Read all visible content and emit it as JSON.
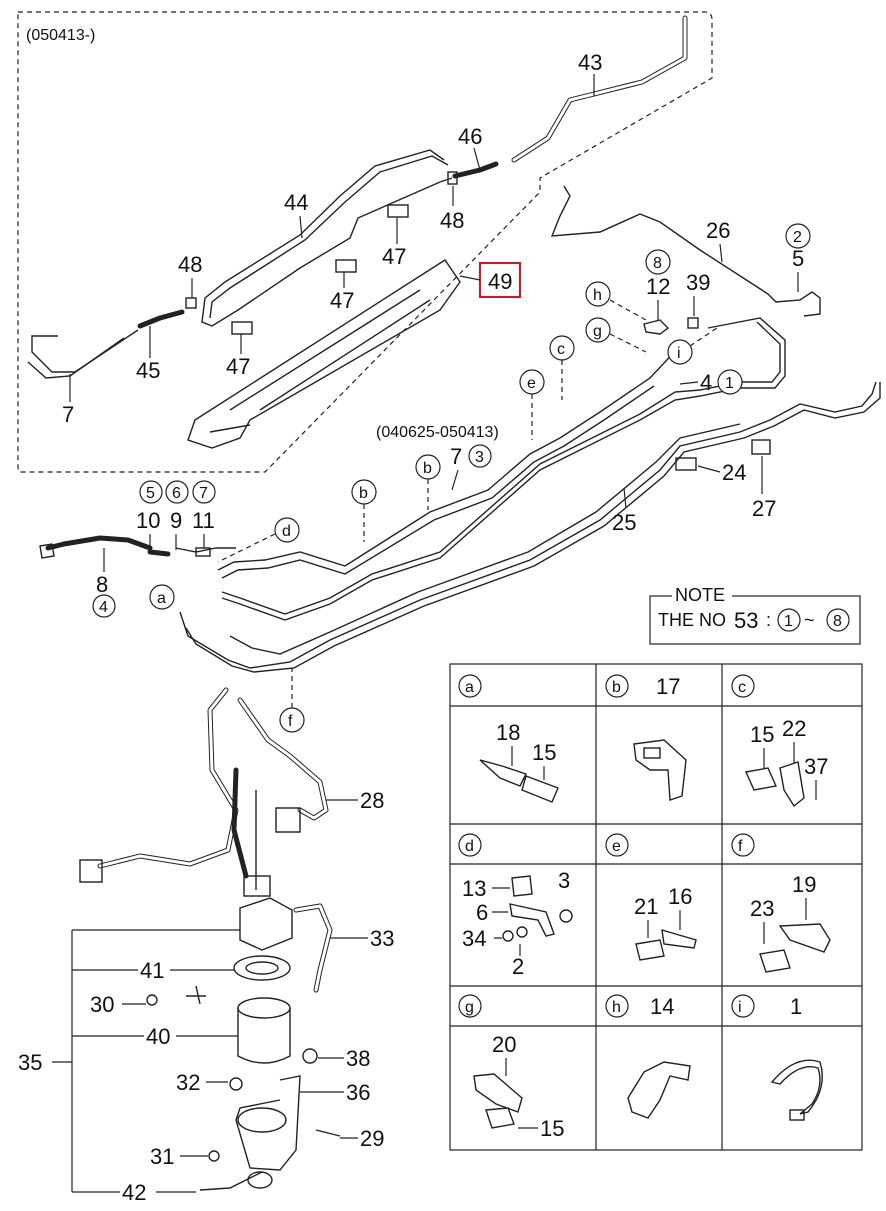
{
  "variant_labels": {
    "upper": "(050413-)",
    "middle": "(040625-050413)"
  },
  "parts_upper": {
    "p43": "43",
    "p46": "46",
    "p44": "44",
    "p48a": "48",
    "p48b": "48",
    "p47a": "47",
    "p47b": "47",
    "p47c": "47",
    "p45": "45",
    "p7": "7",
    "p49": "49"
  },
  "parts_main": {
    "p26": "26",
    "p2c": "2",
    "p5": "5",
    "p8c": "8",
    "p12": "12",
    "p39": "39",
    "p4": "4",
    "p1c": "1",
    "p7": "7",
    "p3c": "3",
    "p24": "24",
    "p27": "27",
    "p25": "25",
    "p5c": "5",
    "p6c": "6",
    "p7c": "7",
    "p10": "10",
    "p9": "9",
    "p11": "11",
    "p8": "8",
    "p4c": "4",
    "p28": "28",
    "p33": "33",
    "p41": "41",
    "p30": "30",
    "p40": "40",
    "p35": "35",
    "p38": "38",
    "p32": "32",
    "p36": "36",
    "p29": "29",
    "p31": "31",
    "p42": "42"
  },
  "callouts": {
    "a": "a",
    "b": "b",
    "c": "c",
    "d": "d",
    "e": "e",
    "f": "f",
    "g": "g",
    "h": "h",
    "i": "i"
  },
  "note": {
    "title": "NOTE",
    "text_prefix": "THE NO",
    "number": "53",
    "colon": ":",
    "range_start": "1",
    "tilde": "~",
    "range_end": "8"
  },
  "detail_table": {
    "cells": [
      {
        "key": "a",
        "part": "",
        "labels": [
          "18",
          "15"
        ]
      },
      {
        "key": "b",
        "part": "17",
        "labels": []
      },
      {
        "key": "c",
        "part": "",
        "labels": [
          "15",
          "22",
          "37"
        ]
      },
      {
        "key": "d",
        "part": "",
        "labels": [
          "13",
          "3",
          "6",
          "34",
          "2"
        ]
      },
      {
        "key": "e",
        "part": "",
        "labels": [
          "21",
          "16"
        ]
      },
      {
        "key": "f",
        "part": "",
        "labels": [
          "19",
          "23"
        ]
      },
      {
        "key": "g",
        "part": "",
        "labels": [
          "20",
          "15"
        ]
      },
      {
        "key": "h",
        "part": "14",
        "labels": []
      },
      {
        "key": "i",
        "part": "1",
        "labels": []
      }
    ]
  }
}
